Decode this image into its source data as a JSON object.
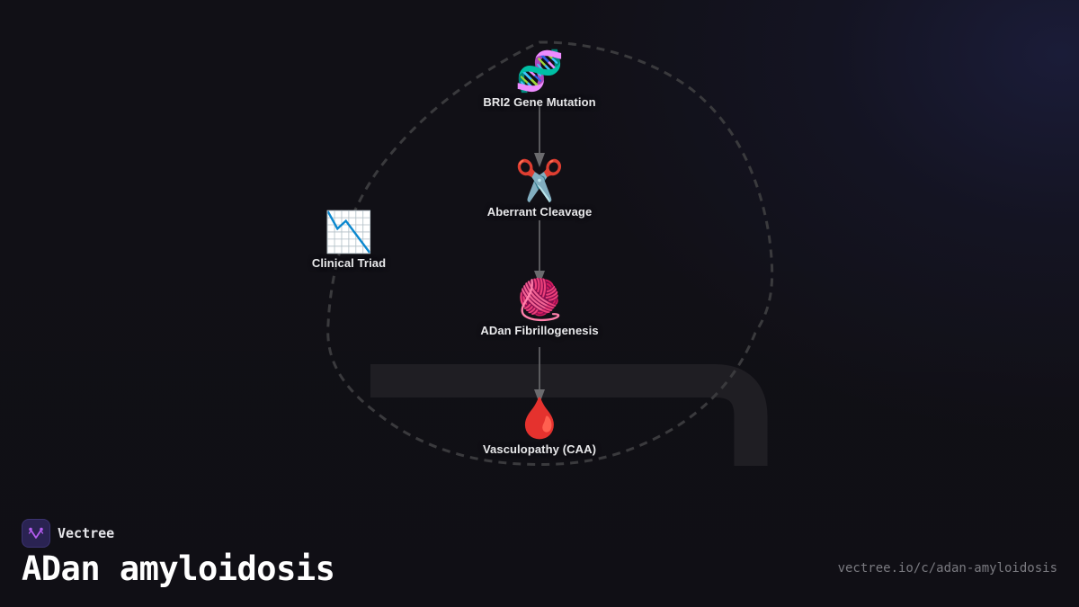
{
  "diagram": {
    "title": "ADan amyloidosis",
    "nodes": [
      {
        "id": "bri2",
        "label": "BRI2 Gene Mutation",
        "icon": "dna-icon",
        "glyph": "🧬"
      },
      {
        "id": "cleavage",
        "label": "Aberrant Cleavage",
        "icon": "scissors-icon",
        "glyph": "✂️"
      },
      {
        "id": "triad",
        "label": "Clinical Triad",
        "icon": "chart-decreasing-icon",
        "glyph": "📉"
      },
      {
        "id": "fibril",
        "label": "ADan Fibrillogenesis",
        "icon": "yarn-ball-icon",
        "glyph": "🧶"
      },
      {
        "id": "vasc",
        "label": "Vasculopathy (CAA)",
        "icon": "blood-drop-icon",
        "glyph": "🩸"
      }
    ],
    "edges": [
      {
        "from": "bri2",
        "to": "cleavage"
      },
      {
        "from": "cleavage",
        "to": "fibril"
      },
      {
        "from": "fibril",
        "to": "vasc"
      }
    ],
    "colors": {
      "background": "#111016",
      "edge": "#6b6b6e",
      "dashed_outline": "#3a3a3d",
      "pipe": "#1f1e23",
      "label": "#e8e8ea"
    }
  },
  "footer": {
    "brand_name": "Vectree",
    "brand_logo_color": "#2a2352",
    "title": "ADan amyloidosis",
    "url": "vectree.io/c/adan-amyloidosis"
  }
}
